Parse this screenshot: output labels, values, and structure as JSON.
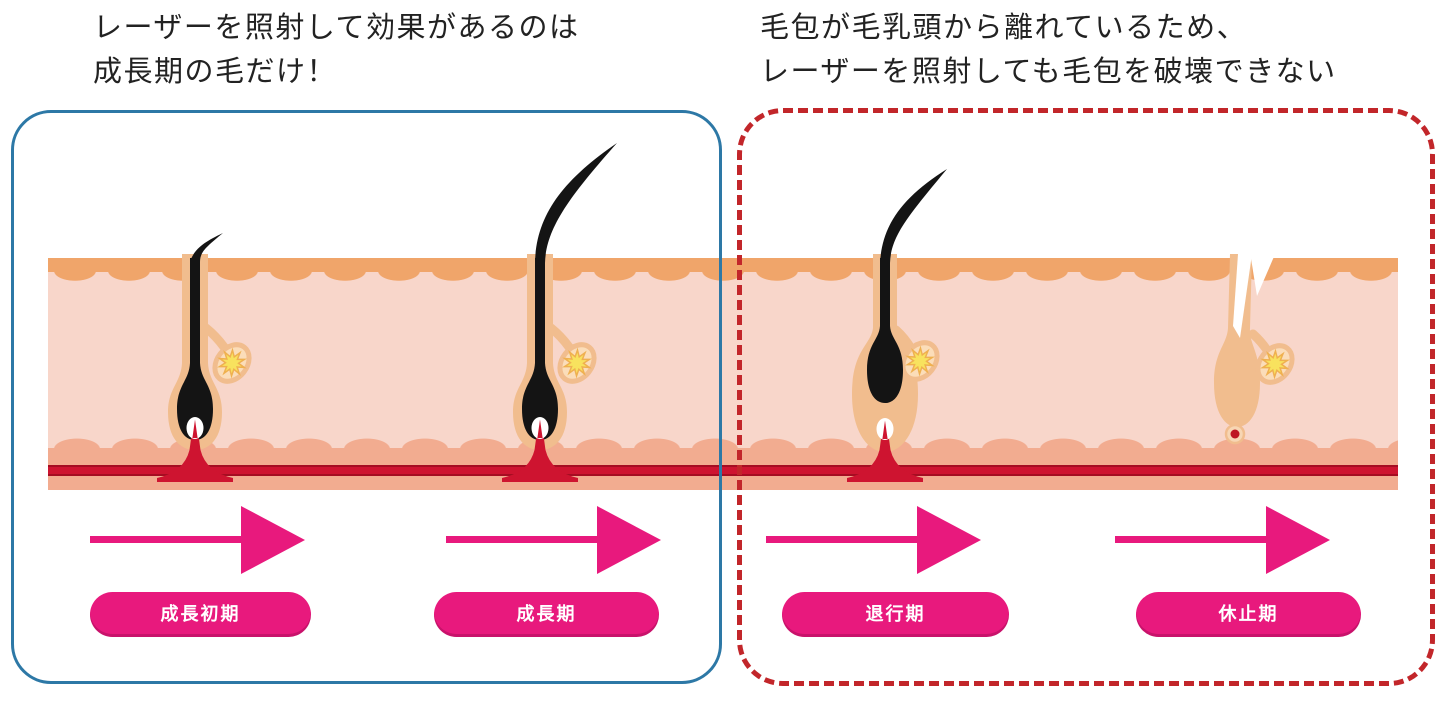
{
  "notes": {
    "left": {
      "line1": "レーザーを照射して効果があるのは",
      "line2": "成長期の毛だけ！"
    },
    "right": {
      "line1": "毛包が毛乳頭から離れているため、",
      "line2": "レーザーを照射しても毛包を破壊できない"
    }
  },
  "stages": [
    {
      "label": "成長初期"
    },
    {
      "label": "成長期"
    },
    {
      "label": "退行期"
    },
    {
      "label": "休止期"
    }
  ],
  "colors": {
    "accent_pink": "#E8197D",
    "effective_box_blue": "#2D78A6",
    "ineffective_box_red": "#C2262A",
    "epidermis": "#F0A56A",
    "dermis": "#F8D6CA",
    "hypodermis": "#F2AC90",
    "follicle_sheath": "#F1BD8E",
    "gland_fill": "#FBDDB9",
    "gland_star_yellow": "#F8E25E",
    "vessel_red": "#CE1430",
    "vessel_edge": "#A50D22",
    "hair_black": "#141414",
    "note_text": "#222222",
    "pill_text": "#FFFFFF"
  }
}
